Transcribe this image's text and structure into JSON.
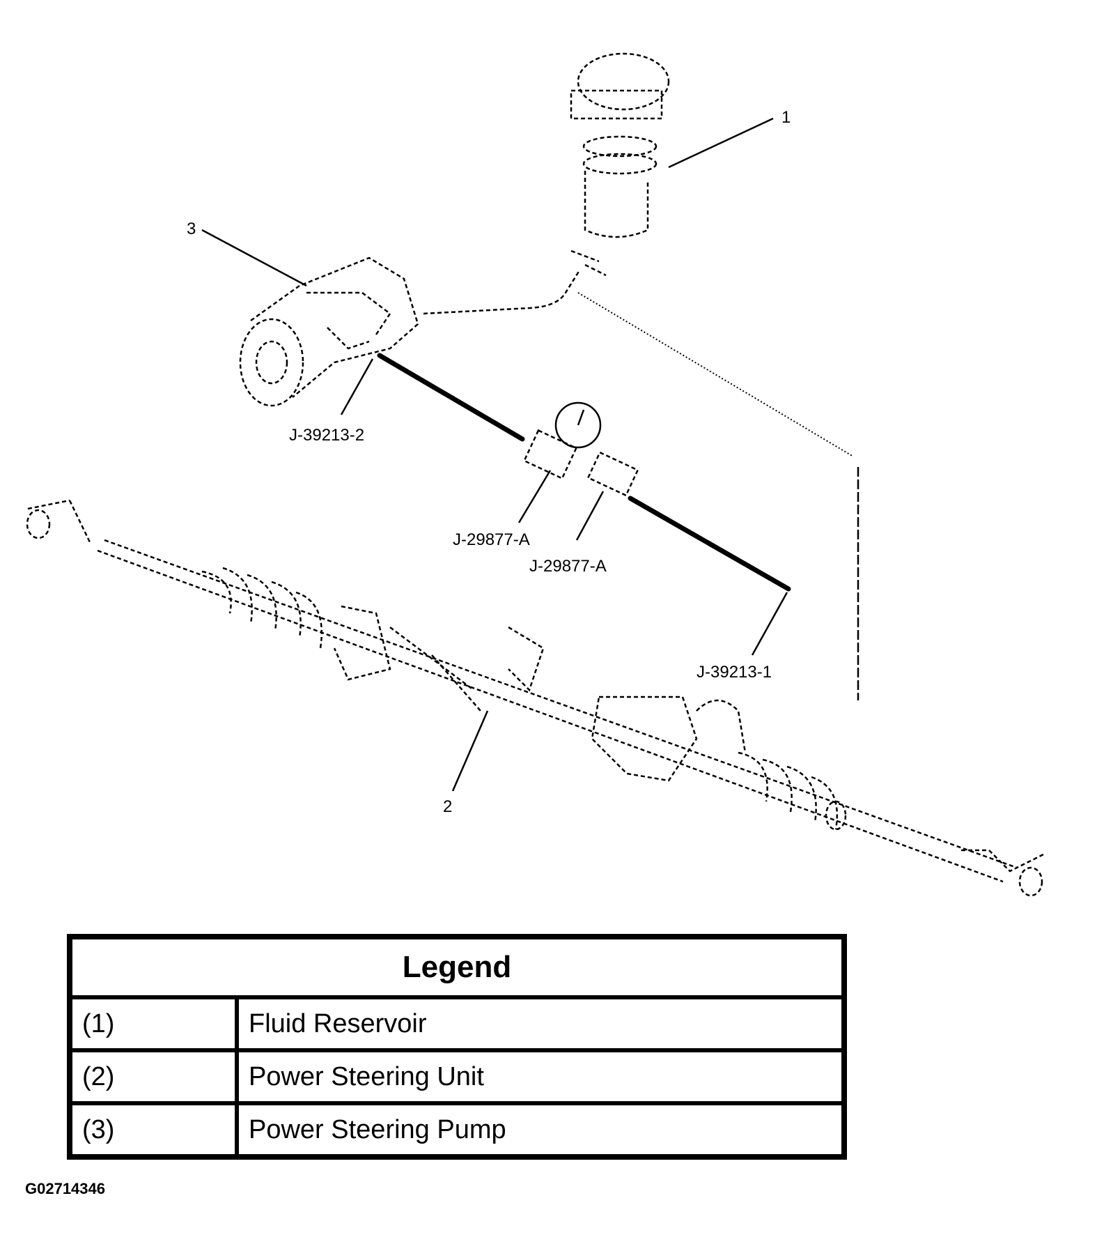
{
  "callouts": {
    "c1": "1",
    "c2": "2",
    "c3": "3",
    "tool_pump": "J-39213-2",
    "tool_gauge": "J-29877-A",
    "tool_valve": "J-29877-A",
    "tool_gear": "J-39213-1"
  },
  "legend": {
    "title": "Legend",
    "rows": [
      {
        "num": "(1)",
        "desc": "Fluid Reservoir"
      },
      {
        "num": "(2)",
        "desc": "Power Steering Unit"
      },
      {
        "num": "(3)",
        "desc": "Power Steering Pump"
      }
    ]
  },
  "figure_id": "G02714346"
}
